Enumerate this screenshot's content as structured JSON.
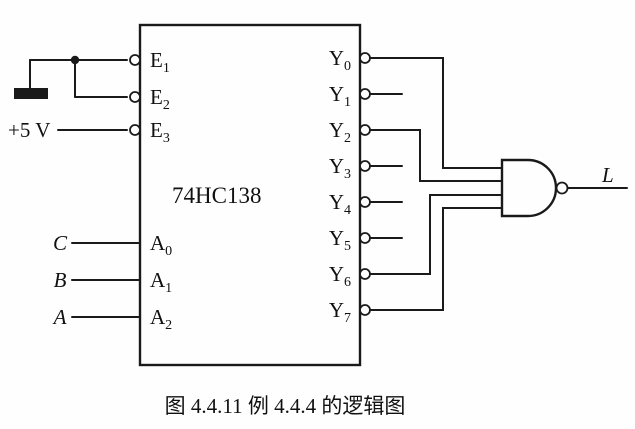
{
  "figure": {
    "caption": "图 4.4.11  例 4.4.4 的逻辑图"
  },
  "chip": {
    "label": "74HC138",
    "enable_pins": [
      {
        "base": "E",
        "sub": "1"
      },
      {
        "base": "E",
        "sub": "2"
      },
      {
        "base": "E",
        "sub": "3"
      }
    ],
    "address_pins": [
      {
        "base": "A",
        "sub": "0"
      },
      {
        "base": "A",
        "sub": "1"
      },
      {
        "base": "A",
        "sub": "2"
      }
    ],
    "output_pins": [
      {
        "base": "Y",
        "sub": "0"
      },
      {
        "base": "Y",
        "sub": "1"
      },
      {
        "base": "Y",
        "sub": "2"
      },
      {
        "base": "Y",
        "sub": "3"
      },
      {
        "base": "Y",
        "sub": "4"
      },
      {
        "base": "Y",
        "sub": "5"
      },
      {
        "base": "Y",
        "sub": "6"
      },
      {
        "base": "Y",
        "sub": "7"
      }
    ]
  },
  "signals": {
    "supply": "+5 V",
    "input_c": "C",
    "input_b": "B",
    "input_a": "A",
    "output": "L"
  },
  "gate": {
    "type": "NAND",
    "connected_outputs": [
      "Y0",
      "Y2",
      "Y6",
      "Y7"
    ]
  },
  "colors": {
    "line": "#1a1a1a",
    "background": "#fefefe"
  }
}
